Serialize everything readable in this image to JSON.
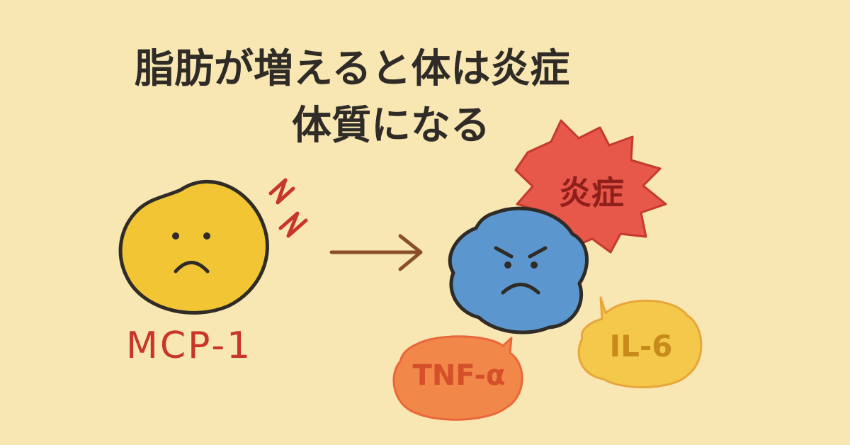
{
  "title": {
    "line1": "脂肪が増えると体は炎症",
    "line2": "体質になる"
  },
  "left_cell": {
    "label": "MCP-1",
    "color": "#f2c535",
    "spark_color": "#c8352a"
  },
  "right_cell": {
    "color": "#5b96cf",
    "burst_label": "炎症",
    "burst_color": "#e7574a",
    "burst_text_color": "#8e1f1a"
  },
  "bubbles": [
    {
      "label": "TNF-α",
      "fill": "#f2874a",
      "text_color": "#d44f2a"
    },
    {
      "label": "IL-6",
      "fill": "#f4c84a",
      "text_color": "#c98a1c"
    }
  ],
  "arrow_color": "#8a4e2b",
  "background": "#f8e7b2"
}
